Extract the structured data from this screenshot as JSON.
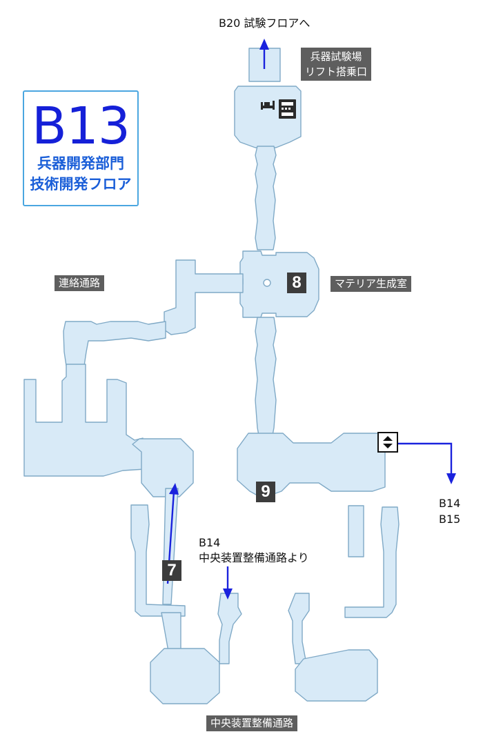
{
  "legend": {
    "floor": "B13",
    "name_line1": "兵器開発部門",
    "name_line2": "技術開発フロア"
  },
  "labels": {
    "exit_top": "B20 試験フロアへ",
    "lift_line1": "兵器試験場",
    "lift_line2": "リフト搭乗口",
    "connecting_passage": "連絡通路",
    "materia_room": "マテリア生成室",
    "from_b14_line1": "B14",
    "from_b14_line2": "中央装置整備通路より",
    "to_b14": "B14",
    "to_b15": "B15",
    "central_passage": "中央装置整備通路"
  },
  "markers": {
    "m7": "7",
    "m8": "8",
    "m9": "9"
  },
  "icons": [
    "bed-icon",
    "save-point-icon",
    "elevator-icon"
  ],
  "colors": {
    "room_fill": "#d8eaf7",
    "room_stroke": "#7fa9c6",
    "route_arrow": "#1a22dd",
    "floor_text": "#1520d8",
    "legend_border": "#4aa6e0"
  }
}
